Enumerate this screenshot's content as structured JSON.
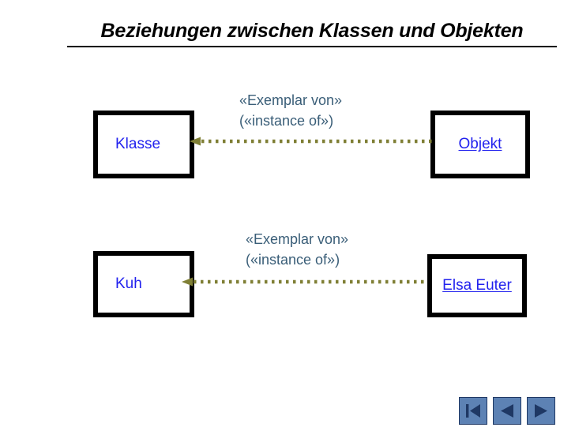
{
  "slide": {
    "title": "Beziehungen zwischen Klassen und Objekten"
  },
  "colors": {
    "box_border": "#000000",
    "node_text": "#2222ee",
    "relation_label_text": "#3a5e78",
    "connector": "#7f7f35",
    "nav_button_fill": "#5d82b4",
    "nav_button_border": "#1f3864",
    "background": "#ffffff"
  },
  "diagram": {
    "type": "class-object-instance-diagram",
    "rows": [
      {
        "class_node": {
          "label": "Klasse",
          "underlined": false
        },
        "object_node": {
          "label": "Objekt",
          "underlined": true
        },
        "relation": {
          "line1": "«Exemplar von»",
          "line2": "(«instance of»)",
          "direction": "object-to-class",
          "style": "dotted",
          "arrowhead": "left"
        }
      },
      {
        "class_node": {
          "label": "Kuh",
          "underlined": false
        },
        "object_node": {
          "label": "Elsa Euter",
          "underlined": true
        },
        "relation": {
          "line1": "«Exemplar von»",
          "line2": "(«instance of»)",
          "direction": "object-to-class",
          "style": "dotted",
          "arrowhead": "left"
        }
      }
    ]
  },
  "navigation": {
    "buttons": [
      {
        "name": "first-slide-button",
        "icon": "skip-back-icon",
        "label": ""
      },
      {
        "name": "previous-slide-button",
        "icon": "triangle-left-icon",
        "label": ""
      },
      {
        "name": "next-slide-button",
        "icon": "triangle-right-icon",
        "label": ""
      }
    ]
  }
}
